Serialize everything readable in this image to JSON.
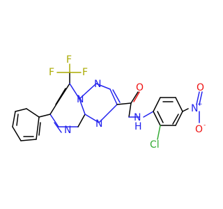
{
  "molecule": {
    "atoms": {
      "n1": "N",
      "n2": "N",
      "n3": "N",
      "n4": "N",
      "nh": "N",
      "h": "H",
      "o_carbonyl": "O",
      "f1": "F",
      "f2": "F",
      "f3": "F",
      "cl": "Cl",
      "n_nitro": "N",
      "n_nitro_charge": "+",
      "o_nitro1": "O",
      "o_nitro2": "O",
      "o_nitro2_charge": "-"
    }
  }
}
